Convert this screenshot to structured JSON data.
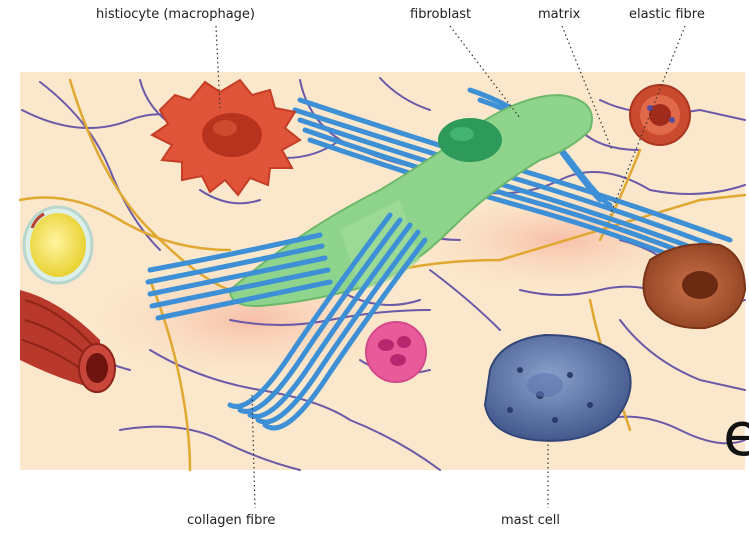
{
  "diagram": {
    "labels": {
      "histiocyte": "histiocyte (macrophage)",
      "fibroblast": "fibroblast",
      "matrix": "matrix",
      "elastic_fibre": "elastic fibre",
      "collagen_fibre": "collagen fibre",
      "mast_cell": "mast cell"
    },
    "edge_text": "e",
    "colors": {
      "matrix_bg": "#fbe8cc",
      "collagen": "#3d8fd6",
      "fibroblast": "#8fd48c",
      "elastic": "#e0a830",
      "reticular": "#6a5aa8",
      "macrophage": "#e0553a",
      "mast_cell": "#4f6aa0",
      "fat_cell": "#f2e24a",
      "vessel": "#b9382c",
      "leukocyte": "#e85a9a"
    }
  }
}
